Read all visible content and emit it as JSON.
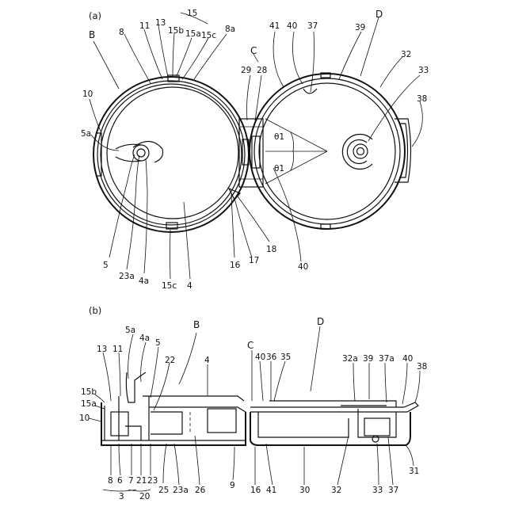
{
  "figures": [
    {
      "id": "a",
      "label": "(a)",
      "labels": {
        "B": "B",
        "8": "8",
        "11": "11",
        "13": "13",
        "15": "15",
        "15b": "15b",
        "15a": "15a",
        "15c_top": "15c",
        "8a": "8a",
        "10": "10",
        "5a": "5a",
        "5": "5",
        "23a": "23a",
        "4a": "4a",
        "15c_bot": "15c",
        "4": "4",
        "16": "16",
        "17": "17",
        "18": "18",
        "C": "C",
        "29": "29",
        "28": "28",
        "41": "41",
        "40_top": "40",
        "37": "37",
        "39": "39",
        "D": "D",
        "32": "32",
        "33": "33",
        "38": "38",
        "40_bot": "40",
        "theta1_a": "θ1",
        "theta1_b": "θ1"
      }
    },
    {
      "id": "b",
      "label": "(b)",
      "labels": {
        "5a": "5a",
        "4a": "4a",
        "5": "5",
        "B": "B",
        "13": "13",
        "11": "11",
        "22": "22",
        "4": "4",
        "15b": "15b",
        "15a": "15a",
        "10": "10",
        "C": "C",
        "40a": "40",
        "36": "36",
        "35": "35",
        "D": "D",
        "32a": "32a",
        "39": "39",
        "37a": "37a",
        "40b": "40",
        "38": "38",
        "8": "8",
        "6": "6",
        "7": "7",
        "21": "21",
        "23": "23",
        "3": "3",
        "20": "20",
        "25": "25",
        "23a": "23a",
        "26": "26",
        "9": "9",
        "16": "16",
        "41": "41",
        "30": "30",
        "32": "32",
        "33": "33",
        "37": "37",
        "31": "31"
      }
    }
  ]
}
